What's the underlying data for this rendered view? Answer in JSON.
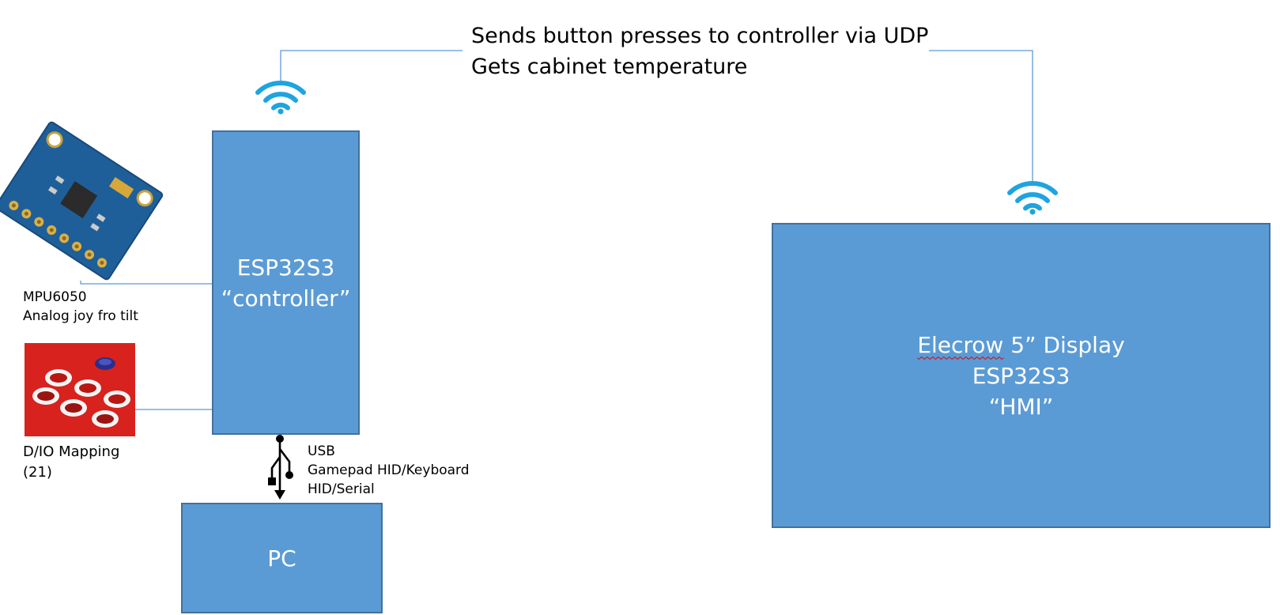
{
  "top_label": {
    "line1": "Sends button presses to controller via UDP",
    "line2": "Gets cabinet temperature"
  },
  "controller": {
    "line1": "ESP32S3",
    "line2": "“controller”"
  },
  "pc": {
    "label": "PC"
  },
  "hmi": {
    "line1_brand": "Elecrow",
    "line1_rest": " 5” Display",
    "line2": "ESP32S3",
    "line3": "“HMI”"
  },
  "mpu": {
    "line1": "MPU6050",
    "line2": "Analog joy fro tilt"
  },
  "dio": {
    "line1": "D/IO Mapping",
    "line2": "(21)"
  },
  "usb": {
    "line1": "USB",
    "line2": "Gamepad HID/Keyboard",
    "line3": "HID/Serial"
  },
  "colors": {
    "box_fill": "#5b9bd5",
    "box_border": "#41719c",
    "connector": "#5b9bd5",
    "wifi": "#1ea4e0"
  },
  "icons": [
    "wifi-icon",
    "wifi-icon",
    "usb-icon"
  ]
}
